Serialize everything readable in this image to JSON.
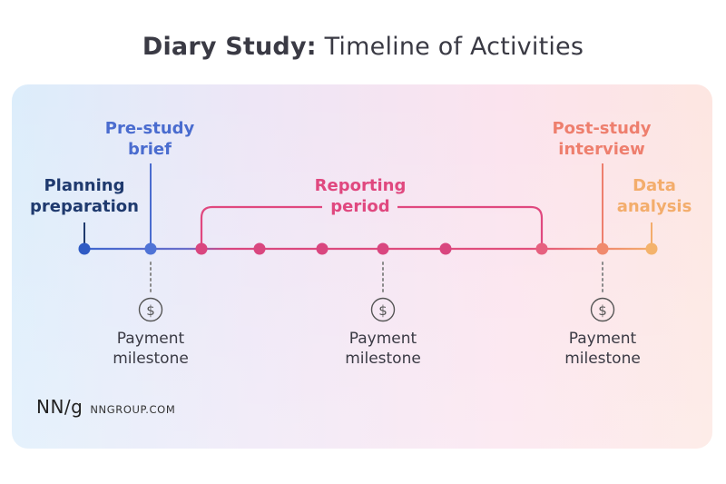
{
  "title": {
    "bold": "Diary Study:",
    "light": "Timeline of Activities"
  },
  "labels": {
    "planning": "Planning\npreparation",
    "prestudy": "Pre-study\nbrief",
    "reporting": "Reporting\nperiod",
    "poststudy": "Post-study\ninterview",
    "analysis": "Data\nanalysis"
  },
  "payments": [
    {
      "label": "Payment\nmilestone",
      "symbol": "$"
    },
    {
      "label": "Payment\nmilestone",
      "symbol": "$"
    },
    {
      "label": "Payment\nmilestone",
      "symbol": "$"
    }
  ],
  "footer": {
    "logo": "NN/g",
    "site": "NNGROUP.COM"
  },
  "colors": {
    "dark_navy": "#1f3a6e",
    "blue": "#4a6ccf",
    "magenta": "#e0487f",
    "salmon": "#ee7f6e",
    "orange": "#f3ad6c",
    "dotted": "#8a8a8a",
    "text": "#3a3a44"
  }
}
